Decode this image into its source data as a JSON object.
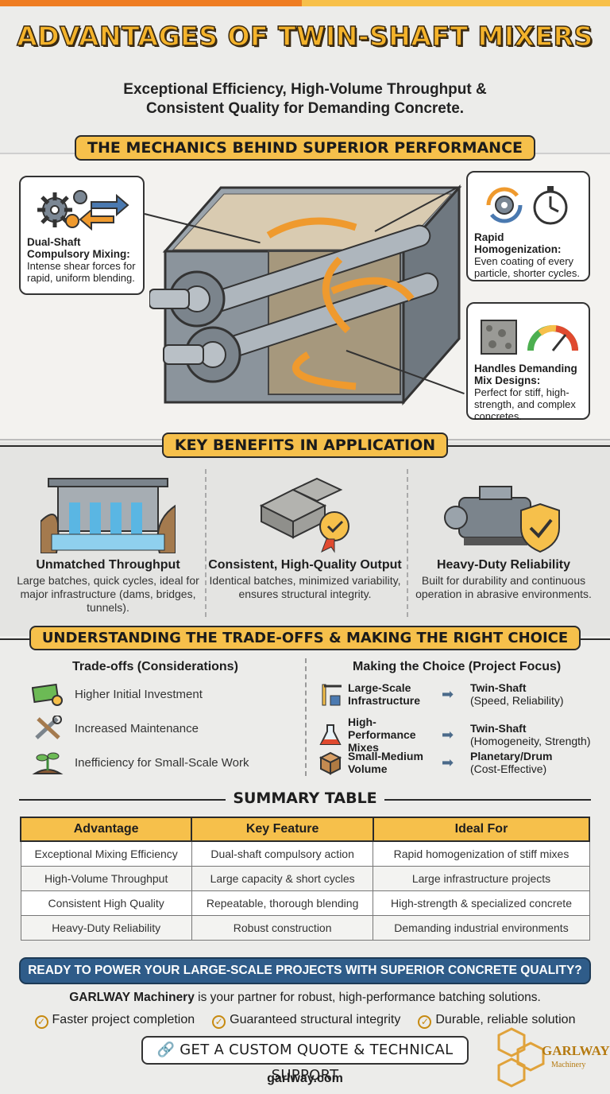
{
  "header": {
    "title": "ADVANTAGES OF TWIN-SHAFT MIXERS",
    "subtitle_line1": "Exceptional Efficiency, High-Volume Throughput &",
    "subtitle_line2": "Consistent Quality for Demanding Concrete."
  },
  "mechanics": {
    "heading": "THE MECHANICS BEHIND SUPERIOR PERFORMANCE",
    "callouts": [
      {
        "title": "Dual-Shaft Compulsory Mixing:",
        "text": "Intense shear forces for rapid, uniform blending."
      },
      {
        "title": "Rapid Homogenization:",
        "text": "Even coating of every particle, shorter cycles."
      },
      {
        "title": "Handles Demanding Mix Designs:",
        "text": "Perfect for stiff, high-strength, and complex concretes."
      }
    ]
  },
  "benefits": {
    "heading": "KEY BENEFITS IN APPLICATION",
    "items": [
      {
        "title": "Unmatched Throughput",
        "text": "Large batches, quick cycles, ideal for major infrastructure (dams, bridges, tunnels)."
      },
      {
        "title": "Consistent, High-Quality Output",
        "text": "Identical batches, minimized variability, ensures structural integrity."
      },
      {
        "title": "Heavy-Duty Reliability",
        "text": "Built for durability and continuous operation in abrasive environments."
      }
    ]
  },
  "tradeoffs": {
    "heading": "UNDERSTANDING THE TRADE-OFFS & MAKING THE RIGHT CHOICE",
    "left_title": "Trade-offs (Considerations)",
    "left_items": [
      "Higher Initial Investment",
      "Increased Maintenance",
      "Inefficiency for Small-Scale Work"
    ],
    "right_title": "Making the Choice (Project Focus)",
    "choices": [
      {
        "label": "Large-Scale Infrastructure",
        "result": "Twin-Shaft",
        "note": "(Speed, Reliability)"
      },
      {
        "label": "High-Performance Mixes",
        "result": "Twin-Shaft",
        "note": "(Homogeneity, Strength)"
      },
      {
        "label": "Small-Medium Volume",
        "result": "Planetary/Drum",
        "note": "(Cost-Effective)"
      }
    ]
  },
  "summary": {
    "heading": "SUMMARY TABLE",
    "columns": [
      "Advantage",
      "Key Feature",
      "Ideal For"
    ],
    "rows": [
      [
        "Exceptional Mixing Efficiency",
        "Dual-shaft compulsory action",
        "Rapid homogenization of stiff mixes"
      ],
      [
        "High-Volume Throughput",
        "Large capacity & short cycles",
        "Large infrastructure projects"
      ],
      [
        "Consistent High Quality",
        "Repeatable, thorough blending",
        "High-strength & specialized concrete"
      ],
      [
        "Heavy-Duty Reliability",
        "Robust construction",
        "Demanding industrial environments"
      ]
    ]
  },
  "cta": {
    "banner": "READY TO POWER YOUR LARGE-SCALE PROJECTS WITH SUPERIOR CONCRETE QUALITY?",
    "brand": "GARLWAY Machinery",
    "text": " is your partner for robust, high-performance batching solutions.",
    "checks": [
      "Faster project completion",
      "Guaranteed structural integrity",
      "Durable, reliable solution"
    ],
    "button": "GET A CUSTOM QUOTE & TECHNICAL SUPPORT",
    "url": "garlway.com"
  },
  "logo": {
    "name": "GARLWAY",
    "sub": "Machinery"
  },
  "colors": {
    "accent": "#f6c04b",
    "orange": "#ef7d22",
    "cta_blue": "#2f5c89"
  }
}
